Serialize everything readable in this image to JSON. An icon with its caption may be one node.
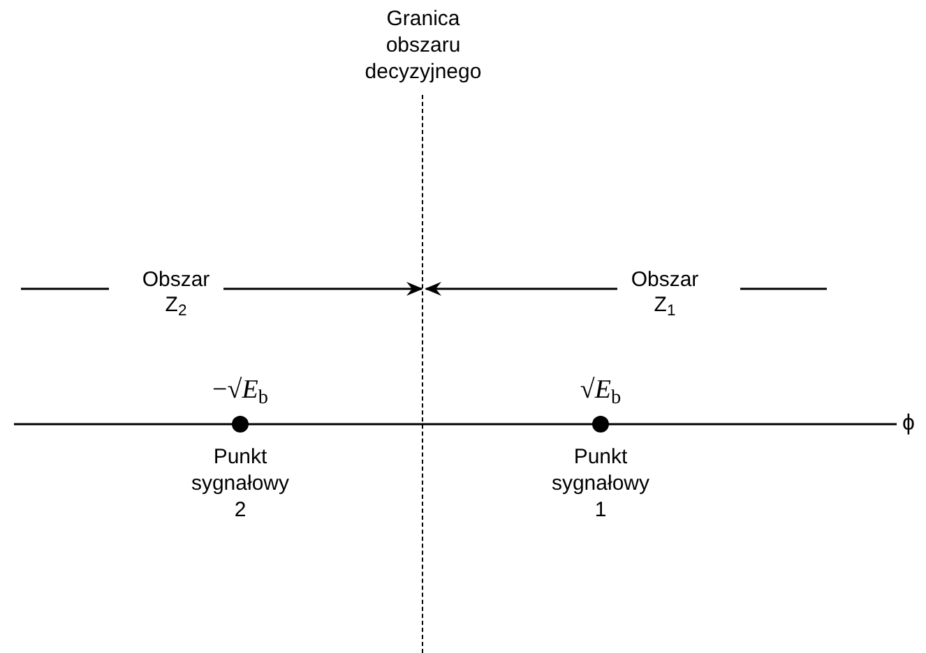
{
  "diagram": {
    "nodes": [
      {
        "text": [],
        "shape": "line",
        "beside": [
          "Granica obszaru decyzyjnego"
        ]
      },
      {
        "text": [
          "Obszar Z$_{2}$"
        ]
      },
      {
        "text": [
          "Obszar Z$_{1}$"
        ]
      },
      {
        "text": [],
        "shape": "circle",
        "beside": [
          "−√*E*$_{b}$",
          "Punkt sygnałowy 2"
        ]
      },
      {
        "text": [],
        "shape": "circle",
        "beside": [
          "√*E*$_{b}$",
          "Punkt sygnałowy 1"
        ]
      }
    ],
    "edges": [
      {
        "from": 1,
        "to": 0,
        "arrow": "to"
      },
      {
        "from": 2,
        "to": 0,
        "arrow": "to"
      }
    ],
    "labels": [
      "ϕ"
    ]
  }
}
